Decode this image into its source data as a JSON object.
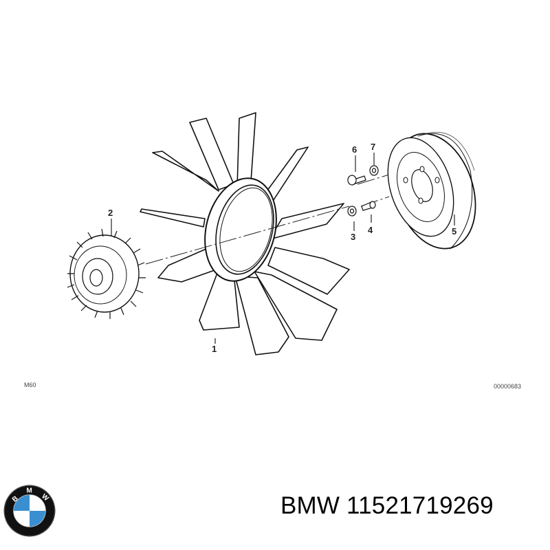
{
  "diagram": {
    "callouts": [
      {
        "id": "1",
        "label": "1",
        "part": "fan-blade-assembly"
      },
      {
        "id": "2",
        "label": "2",
        "part": "fan-clutch"
      },
      {
        "id": "3",
        "label": "3",
        "part": "washer"
      },
      {
        "id": "4",
        "label": "4",
        "part": "bolt"
      },
      {
        "id": "5",
        "label": "5",
        "part": "pulley"
      },
      {
        "id": "6",
        "label": "6",
        "part": "hex-bolt"
      },
      {
        "id": "7",
        "label": "7",
        "part": "washer"
      }
    ],
    "engine_code": "M60",
    "drawing_number": "00000683"
  },
  "footer": {
    "brand": "BMW",
    "part_number_text": "BMW 11521719269",
    "logo_letters": [
      "B",
      "M",
      "W"
    ],
    "logo_colors": {
      "ring": "#111111",
      "blue": "#3a8fd0",
      "white": "#ffffff"
    }
  }
}
